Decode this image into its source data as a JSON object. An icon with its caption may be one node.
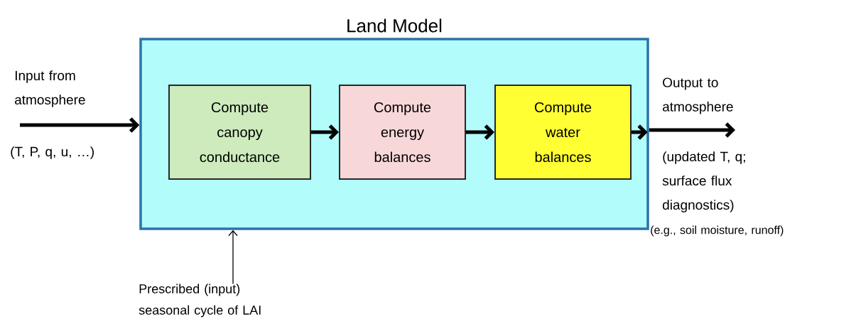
{
  "diagram": {
    "nodes": [
      {
        "text": [
          "Land Model"
        ]
      },
      {
        "text": [
          "Compute canopy conductance"
        ],
        "in": 0
      },
      {
        "text": [
          "Compute energy balances"
        ],
        "in": 0
      },
      {
        "text": [
          "Compute water balances"
        ],
        "in": 0
      },
      {
        "text": [
          "Prescribed (input) seasonal cycle of LAI"
        ]
      }
    ],
    "edges": [
      {
        "from": null,
        "to": 0,
        "arrow": "to",
        "label": "Input from atmosphere"
      },
      {
        "from": 1,
        "to": 2,
        "arrow": "to"
      },
      {
        "from": 2,
        "to": 3,
        "arrow": "to"
      },
      {
        "from": 3,
        "to": 0,
        "arrow": "to"
      },
      {
        "from": 0,
        "to": null,
        "arrow": "to",
        "label": "Output to atmosphere"
      },
      {
        "from": 4,
        "to": 0,
        "arrow": "to"
      }
    ],
    "labels": [
      "(T, P, q, u, …)",
      "(updated T, q; surface flux diagnostics)",
      "(e.g., soil moisture, runoff)"
    ]
  }
}
